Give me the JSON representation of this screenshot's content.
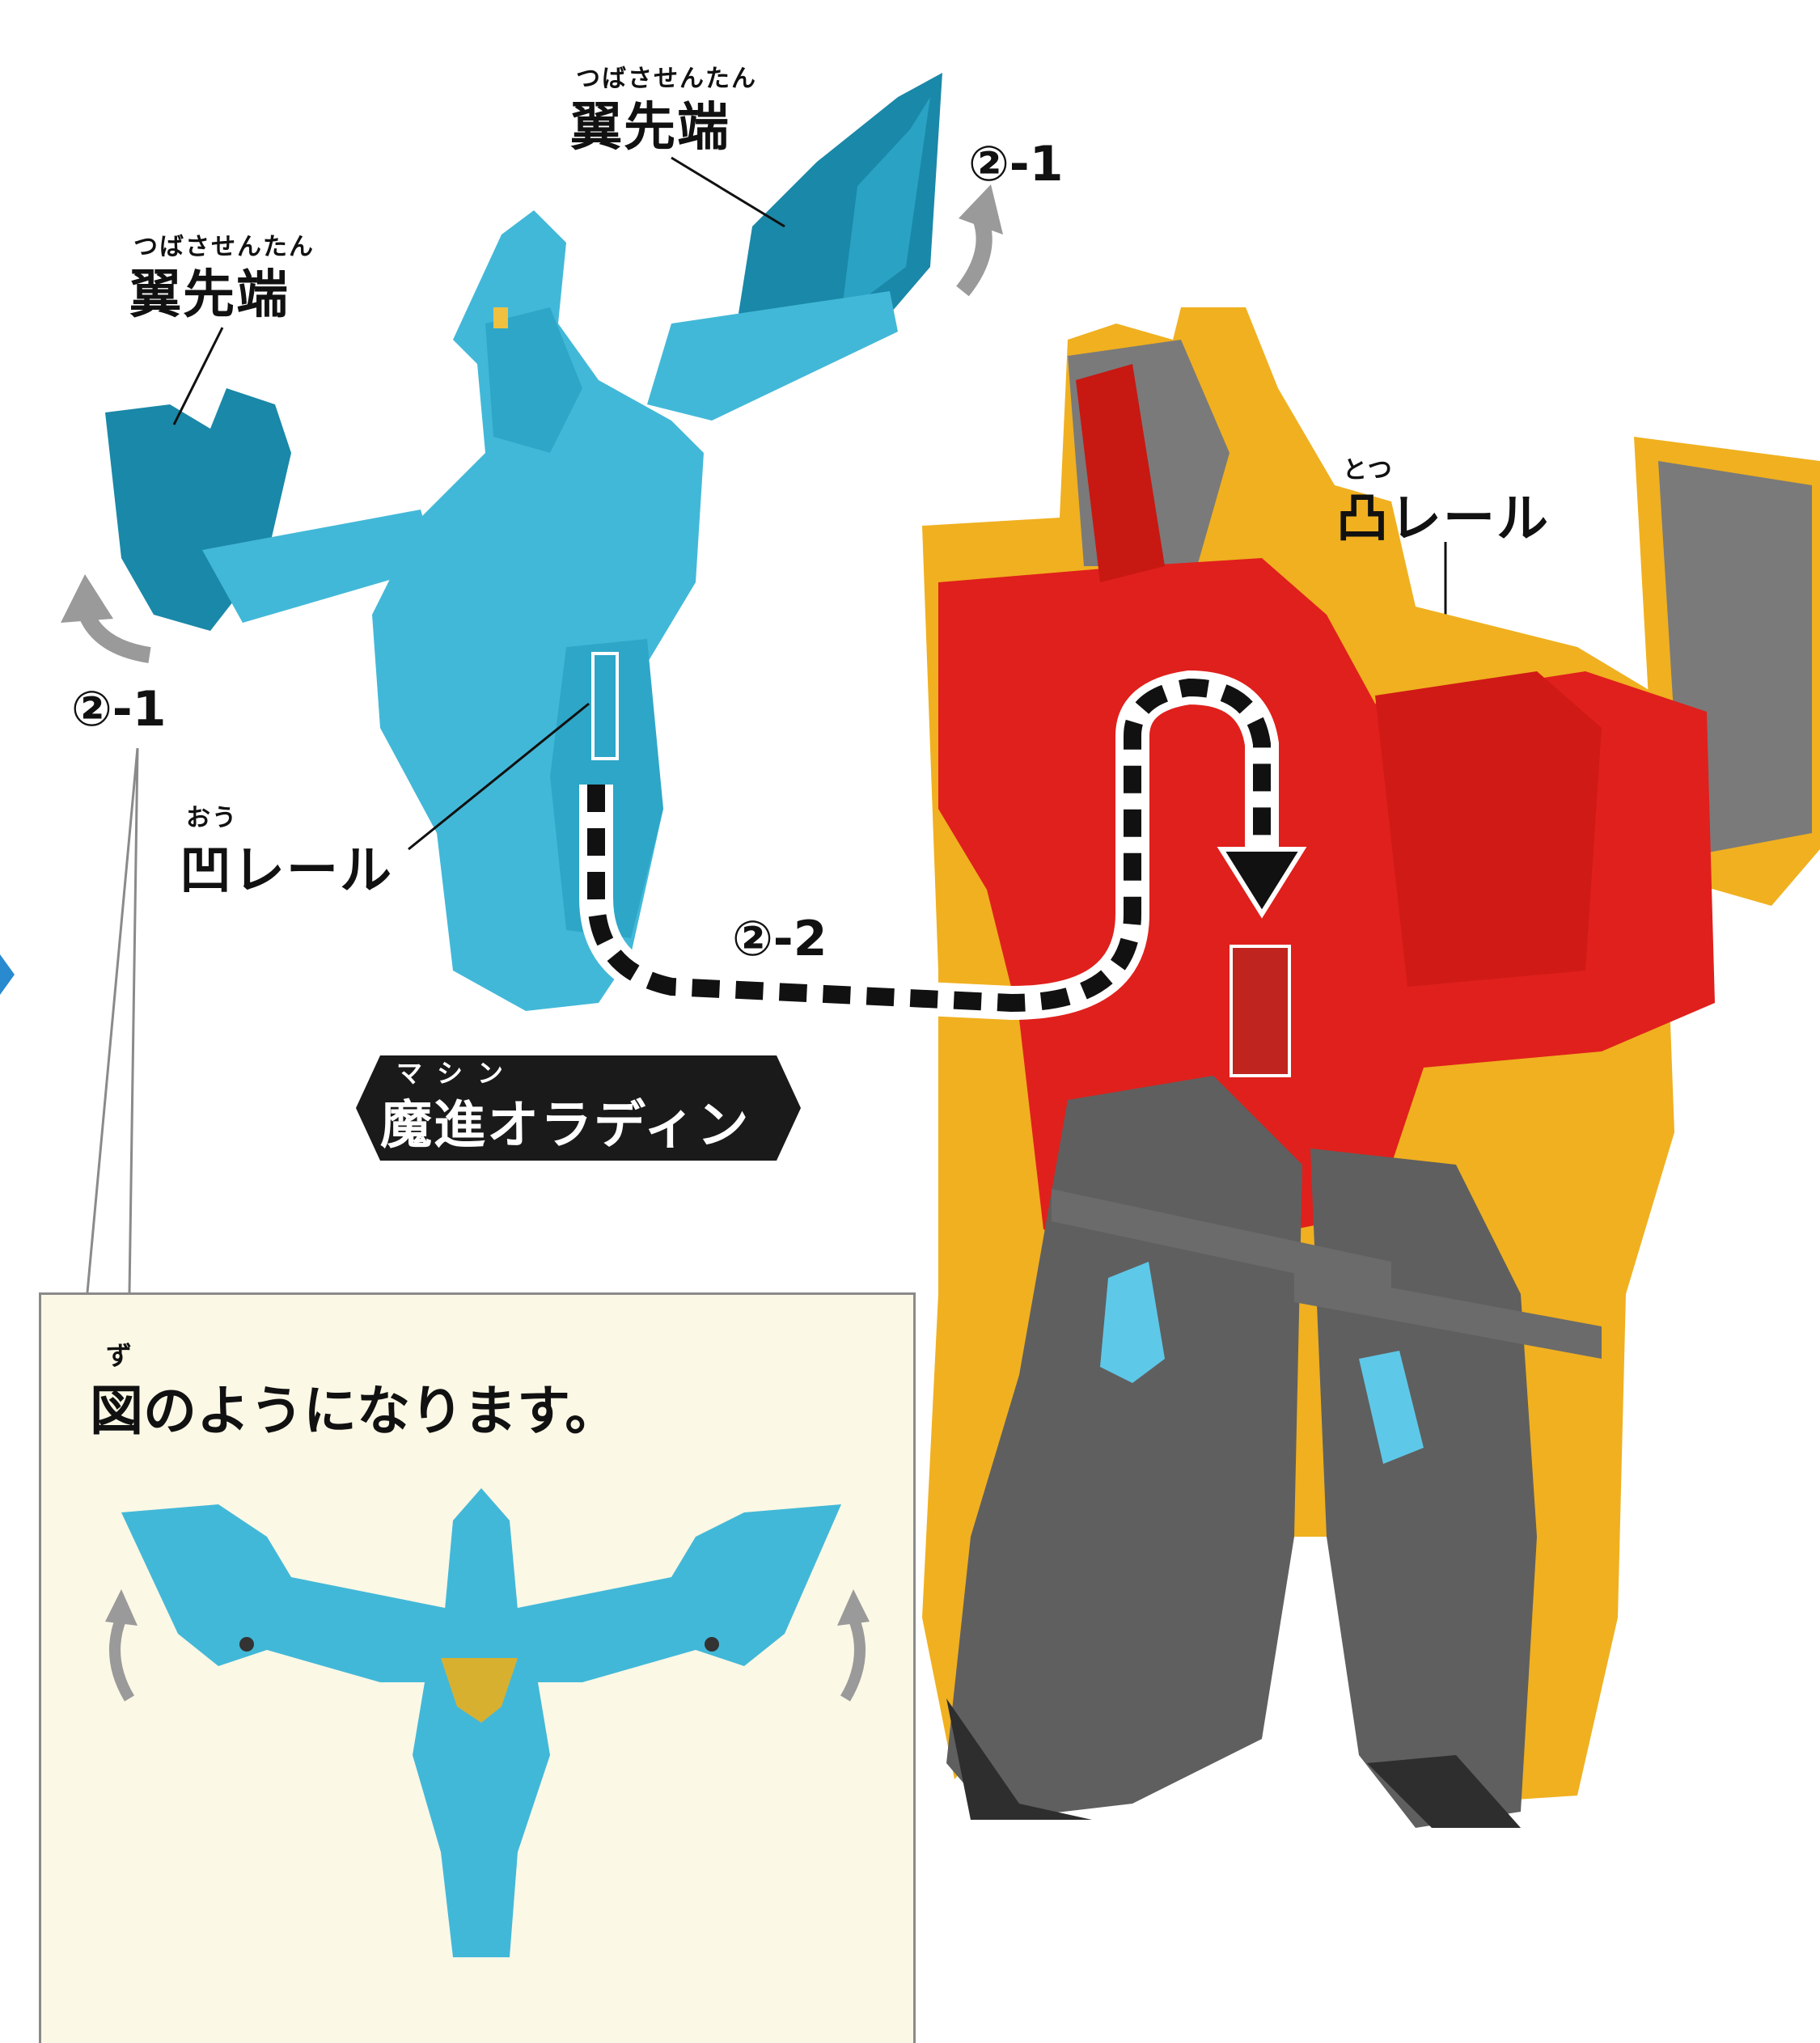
{
  "wing_tip_top": {
    "ruby": "つばさせんたん",
    "text": "翼先端"
  },
  "wing_tip_left": {
    "ruby": "つばさせんたん",
    "text": "翼先端"
  },
  "step_top_right": "②-1",
  "step_left": "②-1",
  "step_center": "②-2",
  "concave_rail": {
    "ruby": "おう",
    "text": "凹レール"
  },
  "convex_rail": {
    "ruby": "とつ",
    "text": "凸レール"
  },
  "name_tag": {
    "ruby": "マシン",
    "text": "魔進オラディン"
  },
  "note": {
    "ruby": "ず",
    "text": "図のようになります。"
  },
  "colors": {
    "cyan": "#42b8d8",
    "dark_cyan": "#1a88a8",
    "red": "#e0201c",
    "gold": "#f0b020",
    "gray": "#6b6b6b",
    "arrow_gray": "#9a9a9a"
  }
}
